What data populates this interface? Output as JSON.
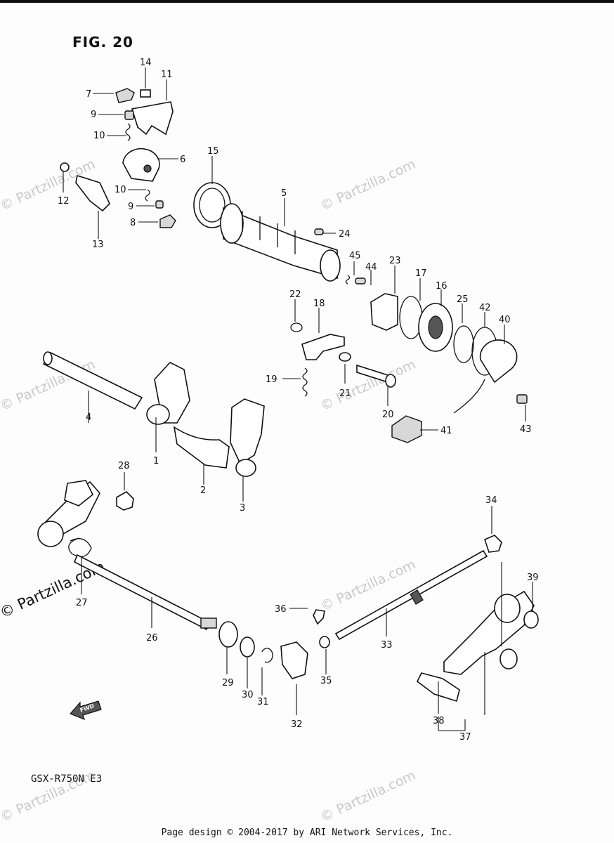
{
  "figure": {
    "title": "FIG. 20",
    "model": "GSX-R750N  E3",
    "footer": "Page design © 2004-2017 by ARI Network Services, Inc."
  },
  "watermark": {
    "text": "© Partzilla.com",
    "color": "#c8c8c8"
  },
  "fwd_label": "FWD",
  "callouts": {
    "c1": "1",
    "c2": "2",
    "c3": "3",
    "c4": "4",
    "c5": "5",
    "c6": "6",
    "c7": "7",
    "c8": "8",
    "c9a": "9",
    "c9b": "9",
    "c10a": "10",
    "c10b": "10",
    "c11": "11",
    "c12": "12",
    "c13": "13",
    "c14": "14",
    "c15": "15",
    "c16": "16",
    "c17": "17",
    "c18": "18",
    "c19": "19",
    "c20": "20",
    "c21": "21",
    "c22": "22",
    "c23": "23",
    "c24": "24",
    "c25": "25",
    "c26": "26",
    "c27": "27",
    "c28": "28",
    "c29": "29",
    "c30": "30",
    "c31": "31",
    "c32": "32",
    "c33": "33",
    "c34": "34",
    "c35": "35",
    "c36": "36",
    "c37": "37",
    "c38": "38",
    "c39": "39",
    "c40": "40",
    "c41": "41",
    "c42": "42",
    "c43": "43",
    "c44": "44",
    "c45": "45"
  }
}
